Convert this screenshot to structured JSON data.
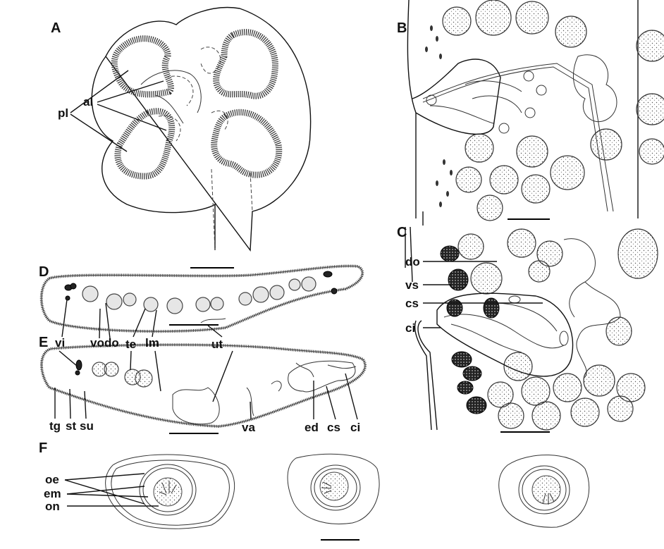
{
  "figure": {
    "panels": [
      "A",
      "B",
      "C",
      "D",
      "E",
      "F"
    ],
    "labels_A": [
      "pl",
      "al"
    ],
    "labels_C": [
      "do",
      "vs",
      "cs",
      "ci"
    ],
    "labels_D": [
      "vi",
      "vo",
      "do",
      "te",
      "lm",
      "ut"
    ],
    "labels_E": [
      "tg",
      "st",
      "su",
      "va",
      "ed",
      "cs",
      "ci"
    ],
    "labels_F": [
      "oe",
      "em",
      "on"
    ]
  }
}
